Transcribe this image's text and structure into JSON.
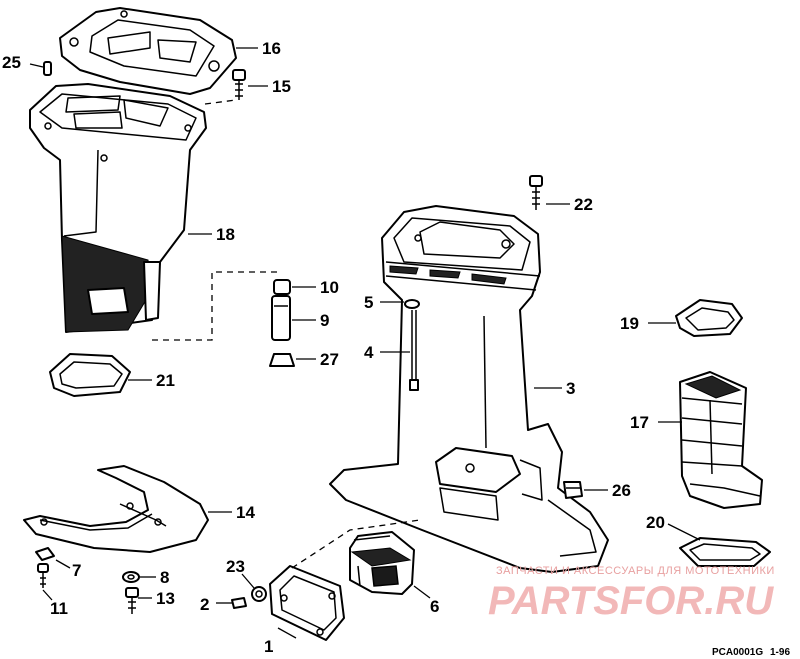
{
  "callouts": {
    "c1": "1",
    "c2": "2",
    "c3": "3",
    "c4": "4",
    "c5": "5",
    "c6": "6",
    "c7": "7",
    "c8": "8",
    "c9": "9",
    "c10": "10",
    "c11": "11",
    "c13": "13",
    "c14": "14",
    "c15": "15",
    "c16": "16",
    "c17": "17",
    "c18": "18",
    "c19": "19",
    "c20": "20",
    "c21": "21",
    "c22": "22",
    "c23": "23",
    "c25": "25",
    "c26": "26",
    "c27": "27"
  },
  "watermark": {
    "line": "ЗАПЧАСТИ И АКСЕССУАРЫ ДЛЯ МОТОТЕХНИКИ",
    "logo": "PARTSFOR.RU"
  },
  "footer": {
    "code": "PCA0001G",
    "page": "1-96"
  }
}
